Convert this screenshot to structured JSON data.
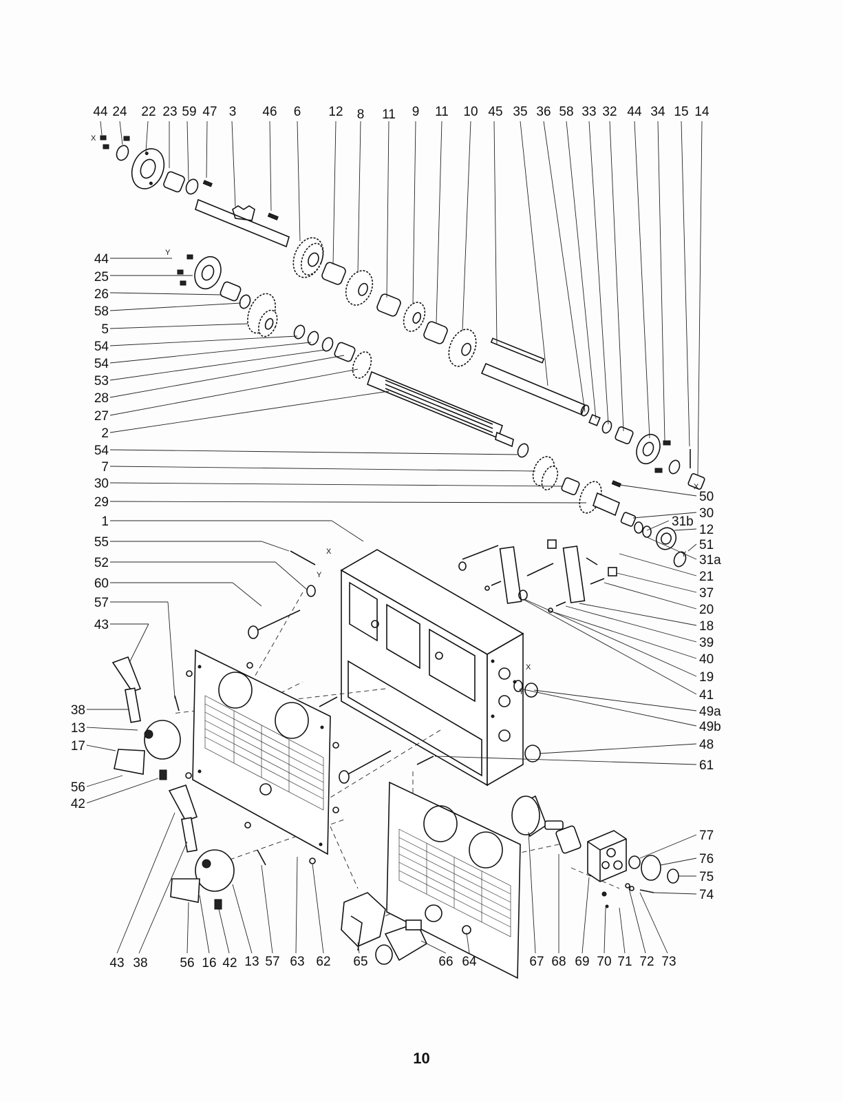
{
  "page_number": "10",
  "x_marks": [
    "X",
    "Y"
  ],
  "top_labels": [
    "44",
    "24",
    "22",
    "23",
    "59",
    "47",
    "3",
    "46",
    "6",
    "12",
    "8",
    "11",
    "9",
    "11",
    "10",
    "45",
    "35",
    "36",
    "58",
    "33",
    "32",
    "44",
    "34",
    "15",
    "14"
  ],
  "left_labels": [
    "44",
    "25",
    "26",
    "58",
    "5",
    "54",
    "54",
    "53",
    "28",
    "27",
    "2",
    "54",
    "7",
    "30",
    "29",
    "1",
    "55",
    "52",
    "60",
    "57",
    "43",
    "38",
    "13",
    "17",
    "56",
    "42"
  ],
  "right_labels": [
    "50",
    "30",
    "31b",
    "12",
    "51",
    "31a",
    "21",
    "37",
    "20",
    "18",
    "39",
    "40",
    "19",
    "41",
    "49a",
    "49b",
    "48",
    "61",
    "77",
    "76",
    "75",
    "74"
  ],
  "bottom_labels": [
    "43",
    "38",
    "56",
    "16",
    "42",
    "13",
    "57",
    "63",
    "62",
    "65",
    "66",
    "64",
    "67",
    "68",
    "69",
    "70",
    "71",
    "72",
    "73"
  ]
}
